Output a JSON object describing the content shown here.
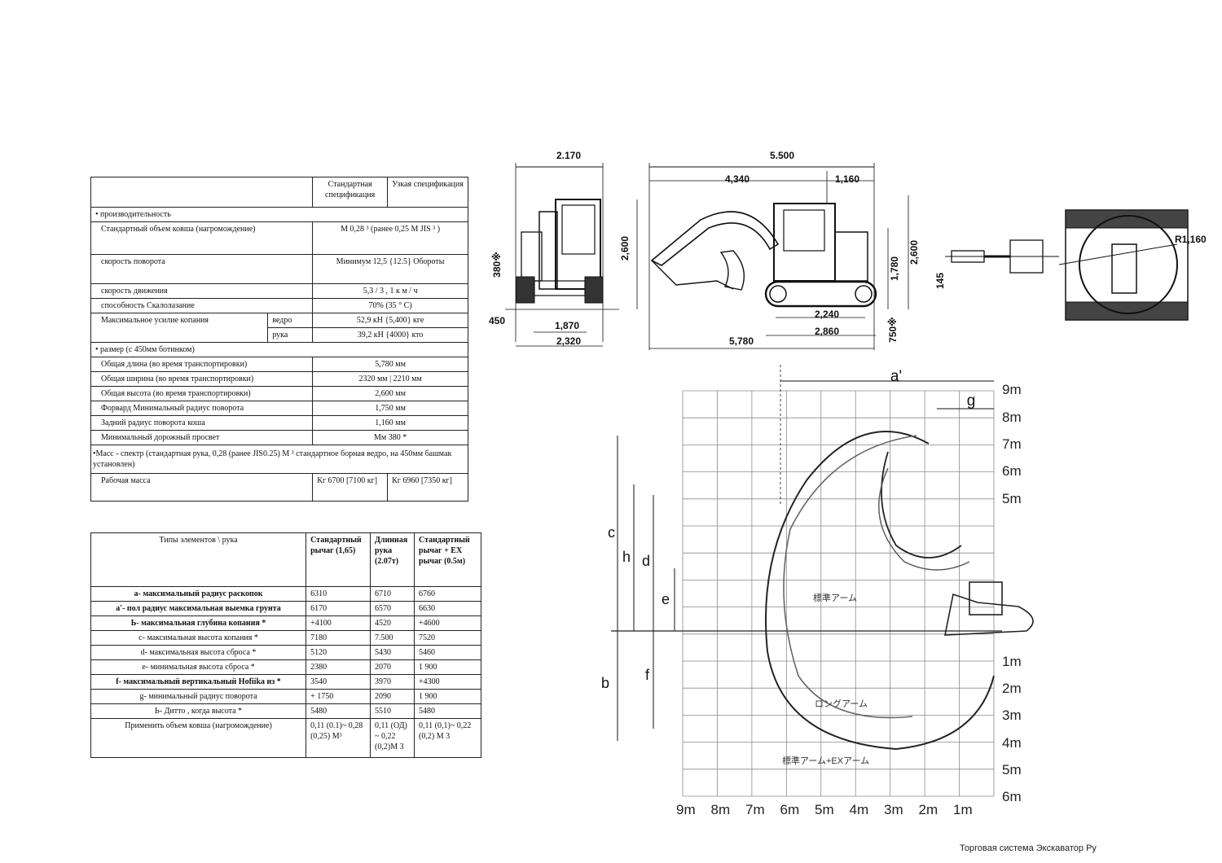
{
  "spec_table": {
    "header": {
      "col_std": "Стандартная спецификация",
      "col_narrow": "Узкая спецификация"
    },
    "perf_section": "• производительность",
    "bucket_volume": {
      "label": "Стандартный объем ковша (нагромождение)",
      "value": "M 0,28 ³ (ранее 0,25 M JIS ³ )"
    },
    "swing_speed": {
      "label": "скорость поворота",
      "value": "Минимум 12,5 {12.5} Обороты"
    },
    "travel_speed": {
      "label": "скорость движения",
      "value": "5,3 / 3 , 1  к м / ч"
    },
    "gradeability": {
      "label": "способность Скалолазание",
      "value": "70% (35 ° C)"
    },
    "digging_force": {
      "label": "Максимальное усилие копания",
      "sub_bucket": "ведро",
      "val_bucket": "52,9 кН {5,400} кге",
      "sub_arm": "рука",
      "val_arm": "39,2 кН {4000} кто"
    },
    "size_section": "• размер (с 450мм ботинком)",
    "overall_length": {
      "label": "Общая длина (во время транспортировки)",
      "value": "5,780 мм"
    },
    "overall_width": {
      "label": "Общая ширина (во время транспортировки)",
      "value": "2320 мм | 2210 мм"
    },
    "overall_height": {
      "label": "Общая высота (во время транспортировки)",
      "value": "2,600 мм"
    },
    "front_radius": {
      "label": "Форвард Минимальный радиус поворота",
      "value": "1,750 мм"
    },
    "rear_radius": {
      "label": "Задний радиус поворота коша",
      "value": "1,160 мм"
    },
    "clearance": {
      "label": "Минимальный дорожный просвет",
      "value": "Мм 380 *"
    },
    "mass_note": "•Масс - спектр (стандартная рука, 0,28 (ранее JIS0.25) M ³ стандартное борная ведро, на 450мм башмак установлен)",
    "operating_mass": {
      "label": "Рабочая масса",
      "std": "Кг 6700 [7100 кг]",
      "narrow": "Кг 6960 [7350 кг]"
    }
  },
  "range_table": {
    "header": {
      "types": "Типы элементов \\ рука",
      "std_arm": "Стандартный рычаг (1,65)",
      "long_arm": "Длинная рука (2.07т)",
      "std_ex": "Стандартный рычаг + EX рычаг (0.5м)"
    },
    "rows": [
      {
        "label": "a- максимальный радиус раскопок",
        "v1": "6310",
        "v2": "6710",
        "v3": "6760",
        "bold": true
      },
      {
        "label": "a'- пол радиус максимальная выемка грунта",
        "v1": "6170",
        "v2": "6570",
        "v3": "6630",
        "bold": true
      },
      {
        "label": "Ь- максимальная глубина копания *",
        "v1": "+4100",
        "v2": "4520",
        "v3": "+4600",
        "bold": true
      },
      {
        "label": "c- максимальная высота копания *",
        "v1": "7180",
        "v2": "7.500",
        "v3": "7520",
        "bold": false
      },
      {
        "label": "d- максимальная высота сброса *",
        "v1": "5120",
        "v2": "5430",
        "v3": "5460",
        "bold": false
      },
      {
        "label": "e- минимальная высота сброса *",
        "v1": "2380",
        "v2": "2070",
        "v3": "1 900",
        "bold": false
      },
      {
        "label": "f- максимальный вертикальный Hofiika из *",
        "v1": "3540",
        "v2": "3970",
        "v3": "+4300",
        "bold": true
      },
      {
        "label": "g- минимальный радиус поворота",
        "v1": "+ 1750",
        "v2": "2090",
        "v3": "1 900",
        "bold": false
      },
      {
        "label": "Ь- Дитто , когда высота *",
        "v1": "5480",
        "v2": "5510",
        "v3": "5480",
        "bold": false
      },
      {
        "label": "Применить объем ковша (нагромождение)",
        "v1": "0,11  (0.1)~  0,28 (0,25) M³",
        "v2": "0,11   (ОД) ~     0,22 (0,2)M 3",
        "v3": "0,11  (0,1)~  0,22 (0,2) M 3",
        "bold": false
      }
    ]
  },
  "drawings": {
    "front": {
      "width_top": "2.170",
      "d380": "380※",
      "d450": "450",
      "d1870": "1,870",
      "d2320": "2,320"
    },
    "side": {
      "len_top": "5.500",
      "d4340": "4,340",
      "d1160": "1,160",
      "h2600": "2,600",
      "h1780": "1,780",
      "h2600b": "2,600",
      "d145": "145",
      "d2240": "2,240",
      "d2860": "2,860",
      "d750": "750※",
      "d5780": "5,780"
    },
    "top": {
      "radius": "R1,160"
    }
  },
  "range_diagram": {
    "labels": {
      "a_prime": "a'",
      "g": "g",
      "c": "c",
      "h": "h",
      "d": "d",
      "e": "e",
      "b": "b",
      "f": "f"
    },
    "y_ticks": [
      "9m",
      "8m",
      "7m",
      "6m",
      "5m",
      "1m",
      "2m",
      "3m",
      "4m",
      "5m",
      "6m"
    ],
    "x_ticks": [
      "9m",
      "8m",
      "7m",
      "6m",
      "5m",
      "4m",
      "3m",
      "2m",
      "1m"
    ],
    "curve_labels": {
      "std": "標準アーム",
      "long": "ロングアーム",
      "ex": "標準アーム+EXアーム"
    }
  },
  "footer": "Торговая система Экскаватор Ру"
}
